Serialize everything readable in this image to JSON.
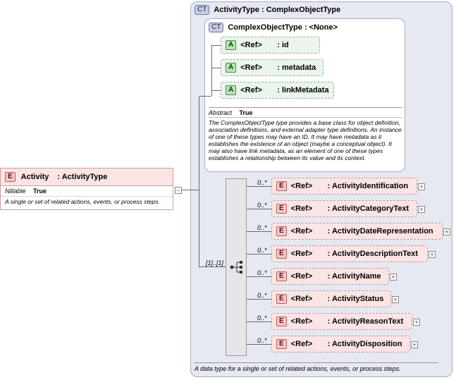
{
  "complex_type": {
    "badge": "CT",
    "title": "ActivityType : ComplexObjectType",
    "footer_doc": "A data type for a single or set of related actions, events, or process steps."
  },
  "base_type": {
    "badge": "CT",
    "title": "ComplexObjectType : <None>",
    "attributes": [
      {
        "badge": "A",
        "ref": "<Ref>",
        "name": ": id"
      },
      {
        "badge": "A",
        "ref": "<Ref>",
        "name": ": metadata"
      },
      {
        "badge": "A",
        "ref": "<Ref>",
        "name": ": linkMetadata"
      }
    ],
    "abstract_label": "Abstract",
    "abstract_value": "True",
    "doc": "The ComplexObjectType type provides a base class for object definition, association definitions, and external adapter type definitions. An instance of one of these types may have an ID. It may have metadata as it establishes the existence of an object (maybe a conceptual object). It may also have link metadata, as an element of one of these types establishes a relationship between its value and its context."
  },
  "root_element": {
    "badge": "E",
    "name": "Activity",
    "type": ": ActivityType",
    "nillable_label": "Nillable",
    "nillable_value": "True",
    "doc": "A single or set of related actions, events, or process steps.",
    "collapse": "−"
  },
  "sequence": {
    "multiplicity": "[1]..[1]"
  },
  "elements": [
    {
      "mult": "0..*",
      "badge": "E",
      "ref": "<Ref>",
      "name": ": ActivityIdentification",
      "plus": "+"
    },
    {
      "mult": "0..*",
      "badge": "E",
      "ref": "<Ref>",
      "name": ": ActivityCategoryText",
      "plus": "+"
    },
    {
      "mult": "0..*",
      "badge": "E",
      "ref": "<Ref>",
      "name": ": ActivityDateRepresentation",
      "plus": "+"
    },
    {
      "mult": "0..*",
      "badge": "E",
      "ref": "<Ref>",
      "name": ": ActivityDescriptionText",
      "plus": "+"
    },
    {
      "mult": "0..*",
      "badge": "E",
      "ref": "<Ref>",
      "name": ": ActivityName",
      "plus": "+"
    },
    {
      "mult": "0..*",
      "badge": "E",
      "ref": "<Ref>",
      "name": ": ActivityStatus",
      "plus": "+"
    },
    {
      "mult": "0..*",
      "badge": "E",
      "ref": "<Ref>",
      "name": ": ActivityReasonText",
      "plus": "+"
    },
    {
      "mult": "0..*",
      "badge": "E",
      "ref": "<Ref>",
      "name": ": ActivityDisposition",
      "plus": "+"
    }
  ]
}
